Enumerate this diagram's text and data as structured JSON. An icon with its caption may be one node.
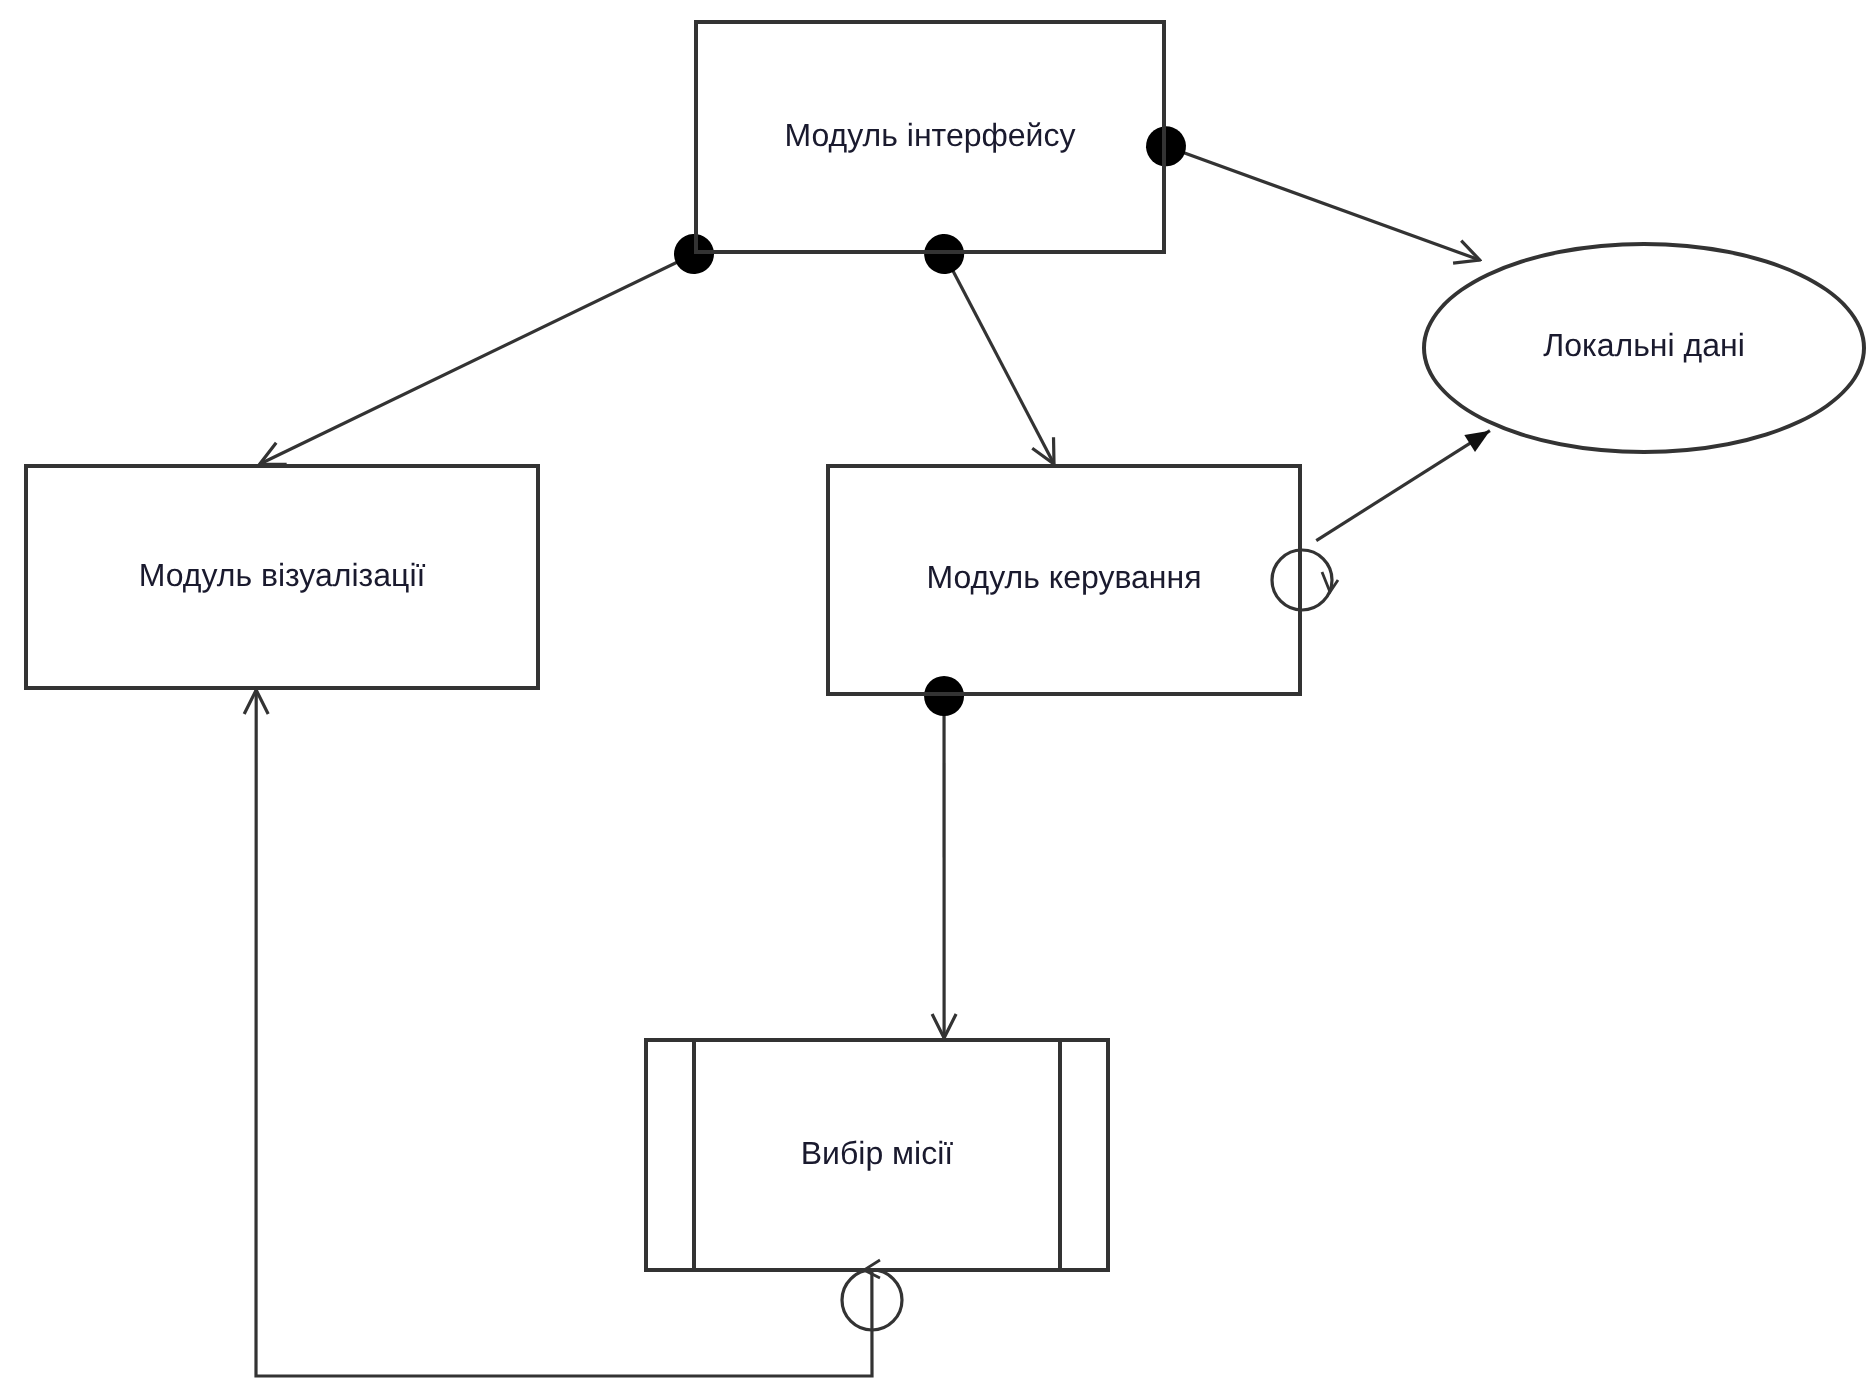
{
  "diagram": {
    "nodes": [
      {
        "text": [
          "Модуль інтерфейсу"
        ]
      },
      {
        "text": [
          "Локальні дані"
        ]
      },
      {
        "text": [
          "Модуль візуалізації"
        ]
      },
      {
        "text": [
          "Модуль керування"
        ]
      },
      {
        "text": [
          "Вибір місії"
        ]
      }
    ],
    "edges": [
      {
        "from": 0,
        "to": 2,
        "arrow": "to"
      },
      {
        "from": 0,
        "to": 3,
        "arrow": "to"
      },
      {
        "from": 0,
        "to": 1,
        "arrow": "to"
      },
      {
        "from": 3,
        "to": 1,
        "arrow": "to"
      },
      {
        "from": 3,
        "to": 4,
        "arrow": "to"
      },
      {
        "from": 4,
        "to": 2,
        "arrow": "to"
      }
    ]
  }
}
